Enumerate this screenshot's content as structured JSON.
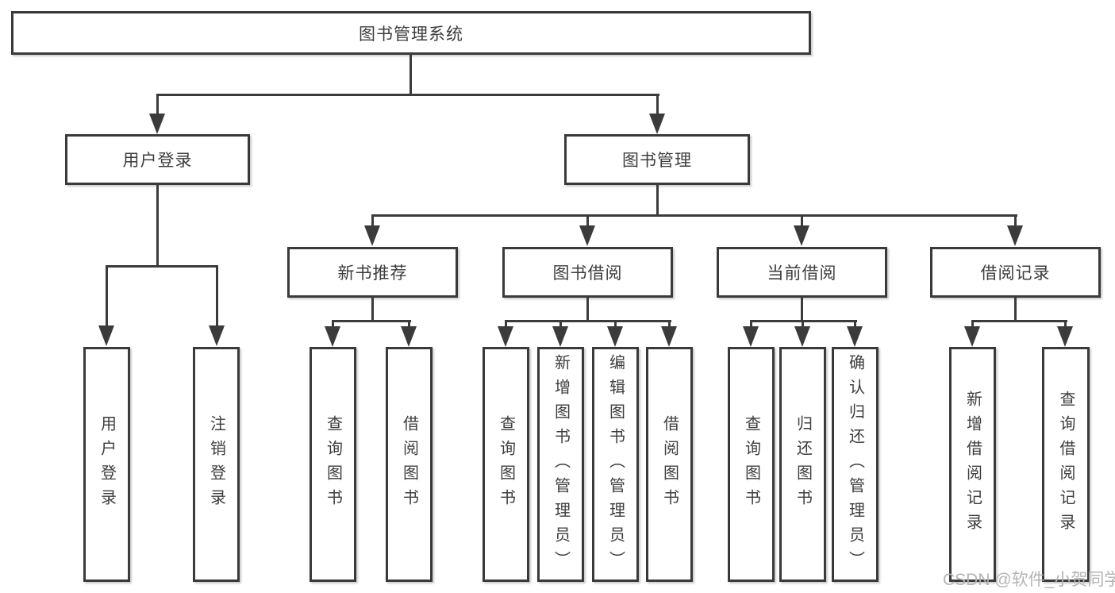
{
  "tree": {
    "root": {
      "label": "图书管理系统"
    },
    "branches": [
      {
        "label": "用户登录",
        "children": [
          {
            "label": "用户登录"
          },
          {
            "label": "注销登录"
          }
        ]
      },
      {
        "label": "图书管理",
        "groups": [
          {
            "label": "新书推荐",
            "children": [
              {
                "label": "查询图书"
              },
              {
                "label": "借阅图书"
              }
            ]
          },
          {
            "label": "图书借阅",
            "children": [
              {
                "label": "查询图书"
              },
              {
                "label": "新增图书（管理员）"
              },
              {
                "label": "编辑图书（管理员）"
              },
              {
                "label": "借阅图书"
              }
            ]
          },
          {
            "label": "当前借阅",
            "children": [
              {
                "label": "查询图书"
              },
              {
                "label": "归还图书"
              },
              {
                "label": "确认归还（管理员）"
              }
            ]
          },
          {
            "label": "借阅记录",
            "children": [
              {
                "label": "新增借阅记录"
              },
              {
                "label": "查询借阅记录"
              }
            ]
          }
        ]
      }
    ]
  },
  "watermark": {
    "text": "CSDN @软件_小贺同学"
  },
  "colors": {
    "line": "#3b3b3b",
    "box_border": "#3a3a3a",
    "box_fill": "#ffffff",
    "text": "#3d3d3d",
    "watermark": "#b4b4b4",
    "background": "#ffffff"
  }
}
